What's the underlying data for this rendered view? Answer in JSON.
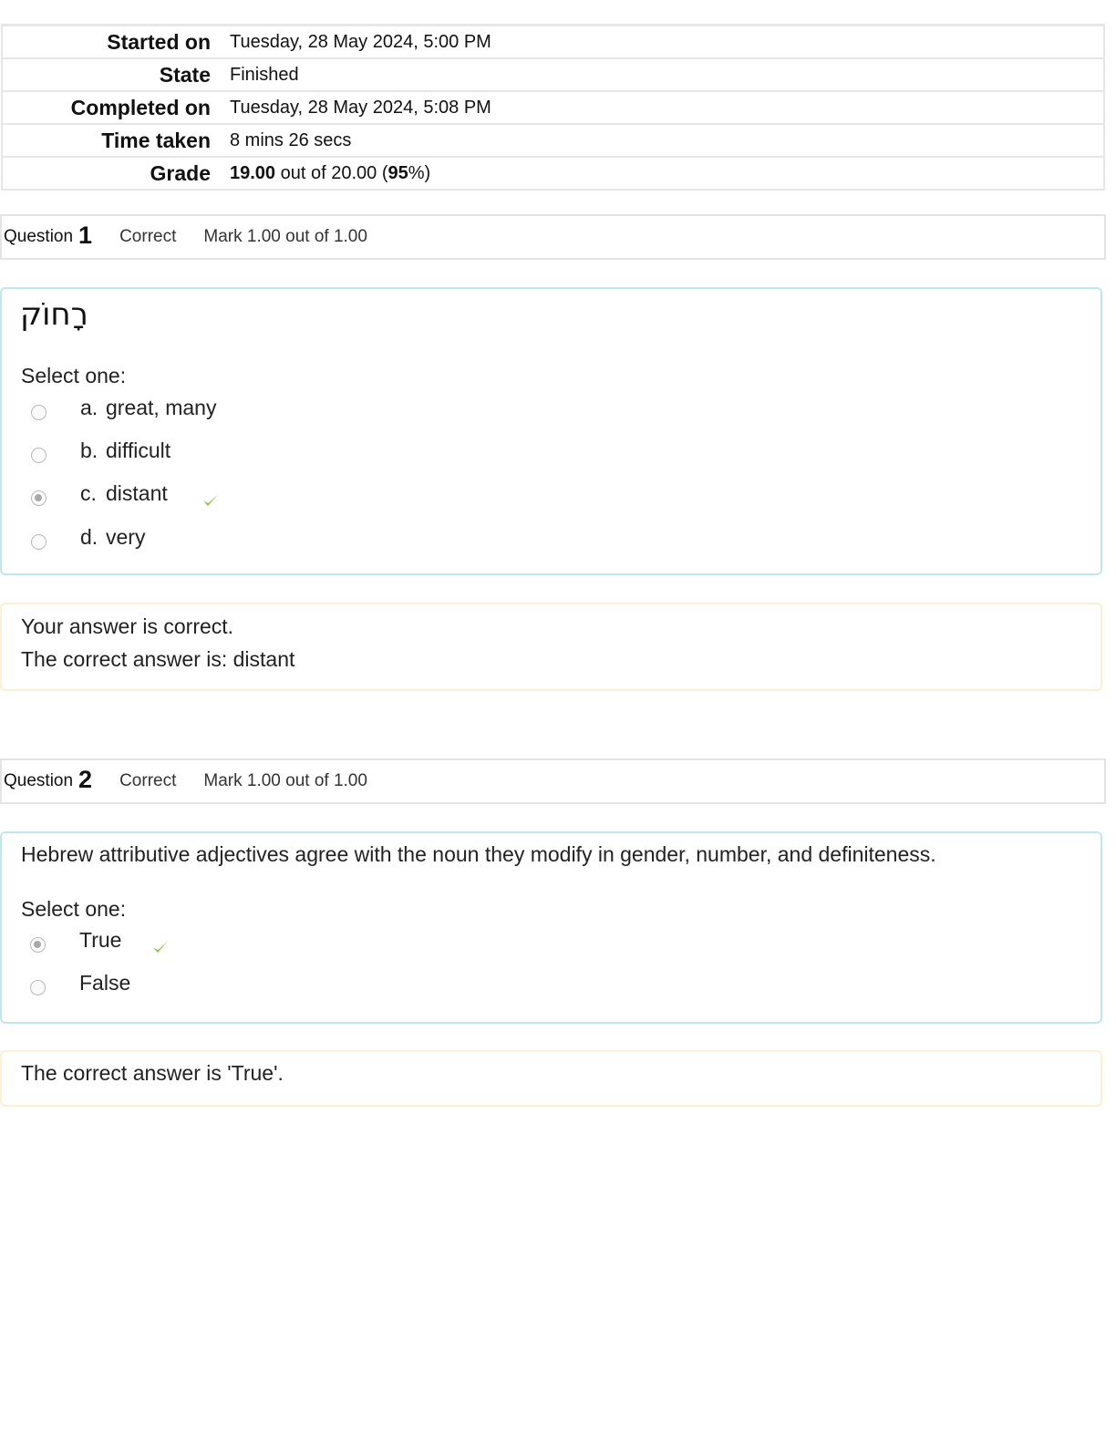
{
  "summary": {
    "started_on": {
      "label": "Started on",
      "value": "Tuesday, 28 May 2024, 5:00 PM"
    },
    "state": {
      "label": "State",
      "value": "Finished"
    },
    "completed_on": {
      "label": "Completed on",
      "value": "Tuesday, 28 May 2024, 5:08 PM"
    },
    "time_taken": {
      "label": "Time taken",
      "value": "8 mins 26 secs"
    },
    "grade": {
      "label": "Grade",
      "score": "19.00",
      "middle": " out of 20.00 (",
      "percent": "95",
      "suffix": "%)"
    }
  },
  "questions": [
    {
      "label": "Question",
      "number": "1",
      "state": "Correct",
      "mark": "Mark 1.00 out of 1.00",
      "text": "רָחוֹק",
      "prompt": "Select one:",
      "options": [
        {
          "letter": "a.",
          "text": "great, many",
          "selected": false,
          "correct": false
        },
        {
          "letter": "b.",
          "text": "difficult",
          "selected": false,
          "correct": false
        },
        {
          "letter": "c.",
          "text": "distant",
          "selected": true,
          "correct": true
        },
        {
          "letter": "d.",
          "text": "very",
          "selected": false,
          "correct": false
        }
      ],
      "feedback": [
        "Your answer is correct.",
        "The correct answer is: distant"
      ]
    },
    {
      "label": "Question",
      "number": "2",
      "state": "Correct",
      "mark": "Mark 1.00 out of 1.00",
      "text": "Hebrew attributive adjectives agree with the noun they modify in gender, number, and definiteness.",
      "prompt": "Select one:",
      "options": [
        {
          "text": "True",
          "selected": true,
          "correct": true
        },
        {
          "text": "False",
          "selected": false,
          "correct": false
        }
      ],
      "feedback": [
        "The correct answer is 'True'."
      ]
    }
  ],
  "colors": {
    "tick": "#8bc34a",
    "info_border": "#e4e4e4",
    "formulation_border": "#bfe7ec",
    "feedback_border": "#fbefd4"
  },
  "icons": {
    "correct": "check-icon"
  }
}
